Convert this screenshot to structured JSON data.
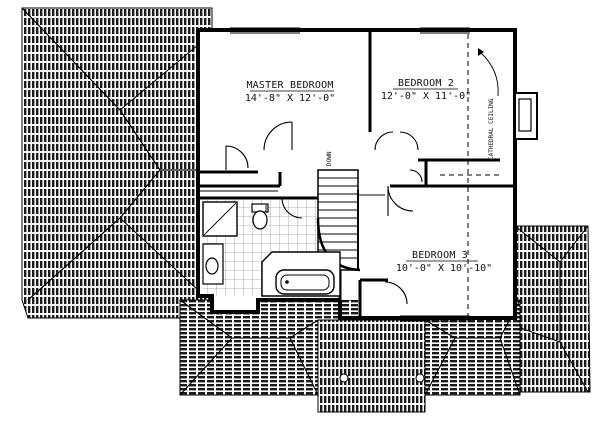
{
  "rooms": {
    "master": {
      "name": "MASTER BEDROOM",
      "dims": "14'-8\" X 12'-0\""
    },
    "bedroom2": {
      "name": "BEDROOM 2",
      "dims": "12'-0\" X 11'-0\""
    },
    "bedroom3": {
      "name": "BEDROOM 3",
      "dims": "10'-0\" X 10'-10\""
    }
  },
  "labels": {
    "stairs": "DOWN",
    "ceiling": "CATHEDRAL CEILING"
  },
  "colors": {
    "wall": "#000000",
    "roof": "#1a1a1a",
    "tile": "#9a9a9a",
    "background": "#ffffff"
  }
}
